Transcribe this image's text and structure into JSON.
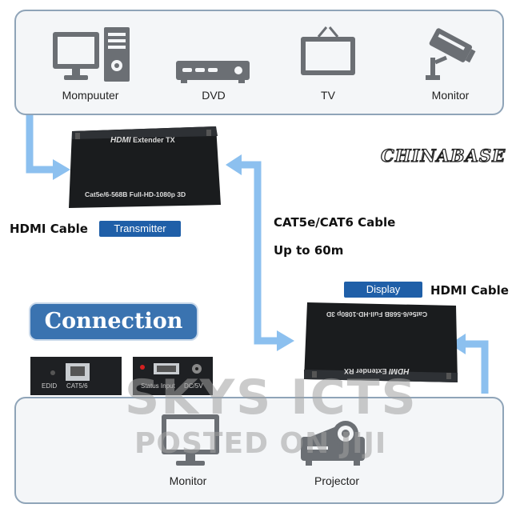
{
  "brand": {
    "logo_text": "CHINABASE"
  },
  "sources": [
    {
      "label": "Mompuuter",
      "icon": "computer-icon"
    },
    {
      "label": "DVD",
      "icon": "dvd-player-icon"
    },
    {
      "label": "TV",
      "icon": "tv-icon"
    },
    {
      "label": "Monitor",
      "icon": "security-camera-icon"
    }
  ],
  "transmitter": {
    "title": "HDMI Extender TX",
    "hdmi_text": "HDMI",
    "extender_text": "Extender",
    "mode_text": "TX",
    "spec": "Cat5e/6-568B Full-HD-1080p 3D",
    "badge": "Transmitter"
  },
  "receiver": {
    "hdmi_text": "HDMI",
    "extender_text": "Extender",
    "mode_text": "RX",
    "spec": "Cat5e/6-568B Full-HD-1080p 3D",
    "badge": "Display"
  },
  "labels": {
    "hdmi_cable_left": "HDMI Cable",
    "hdmi_cable_right": "HDMI Cable",
    "cat_cable": "CAT5e/CAT6 Cable",
    "distance": "Up to 60m",
    "connection": "Connection"
  },
  "ports_tx": {
    "edid": "EDID",
    "cat": "CAT5/6"
  },
  "ports_rx": {
    "status": "Status Input",
    "dc": "DC/5V"
  },
  "outputs": [
    {
      "label": "Monitor",
      "icon": "monitor-icon"
    },
    {
      "label": "Projector",
      "icon": "projector-icon"
    }
  ],
  "watermark": {
    "line1": "SKYS ICTS",
    "line2": "POSTED ON JIJI"
  },
  "colors": {
    "arrow": "#8cc0ef",
    "panel_border": "#8fa4b8",
    "badge": "#1f5fa8",
    "connection_bg": "#3a73b0"
  }
}
